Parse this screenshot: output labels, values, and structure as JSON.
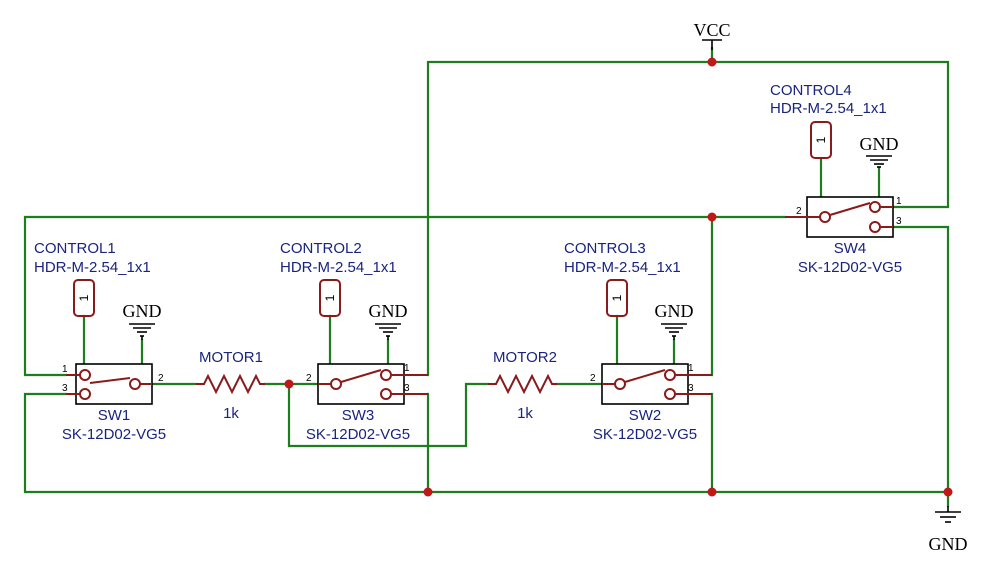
{
  "colors": {
    "wire": "#1e7d1e",
    "component": "#8b1a1a",
    "junction": "#c01818",
    "label": "#1a237e"
  },
  "power_labels": {
    "vcc": "VCC",
    "gnd": "GND"
  },
  "headers": [
    {
      "id": "CONTROL1",
      "ref": "CONTROL1",
      "value": "HDR-M-2.54_1x1",
      "pin": "1"
    },
    {
      "id": "CONTROL2",
      "ref": "CONTROL2",
      "value": "HDR-M-2.54_1x1",
      "pin": "1"
    },
    {
      "id": "CONTROL3",
      "ref": "CONTROL3",
      "value": "HDR-M-2.54_1x1",
      "pin": "1"
    },
    {
      "id": "CONTROL4",
      "ref": "CONTROL4",
      "value": "HDR-M-2.54_1x1",
      "pin": "1"
    }
  ],
  "switches": [
    {
      "id": "SW1",
      "ref": "SW1",
      "value": "SK-12D02-VG5",
      "pins": [
        "1",
        "2",
        "3"
      ]
    },
    {
      "id": "SW2",
      "ref": "SW2",
      "value": "SK-12D02-VG5",
      "pins": [
        "1",
        "2",
        "3"
      ]
    },
    {
      "id": "SW3",
      "ref": "SW3",
      "value": "SK-12D02-VG5",
      "pins": [
        "1",
        "2",
        "3"
      ]
    },
    {
      "id": "SW4",
      "ref": "SW4",
      "value": "SK-12D02-VG5",
      "pins": [
        "1",
        "2",
        "3"
      ]
    }
  ],
  "resistors": [
    {
      "id": "MOTOR1",
      "ref": "MOTOR1",
      "value": "1k"
    },
    {
      "id": "MOTOR2",
      "ref": "MOTOR2",
      "value": "1k"
    }
  ]
}
